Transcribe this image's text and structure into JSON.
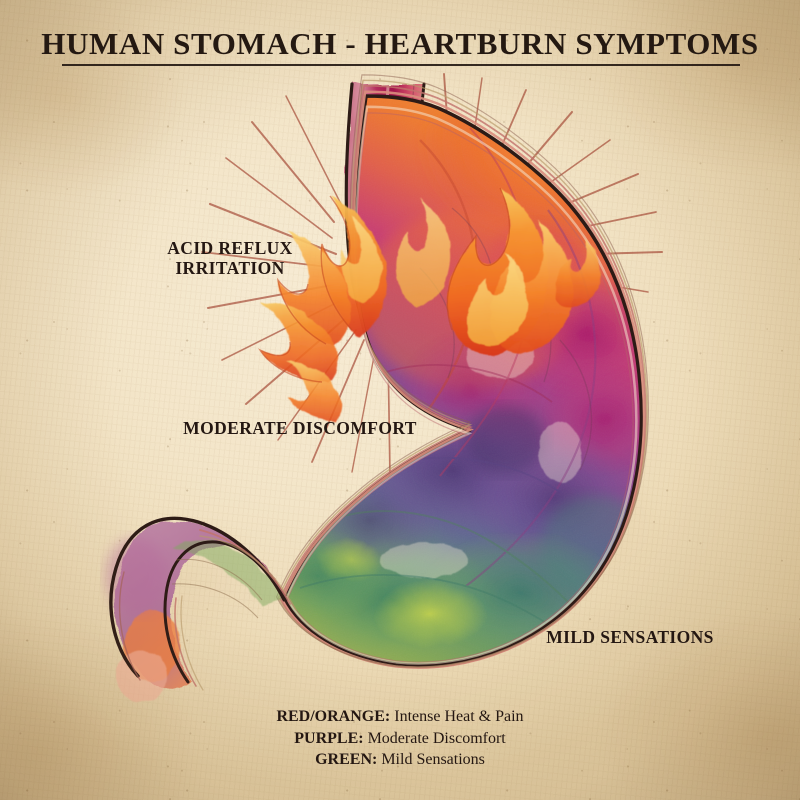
{
  "poster": {
    "title": "HUMAN STOMACH - HEARTBURN SYMPTOMS",
    "medium": "watercolor anatomical illustration on aged paper",
    "background_color": "#f2e2c4",
    "ink_color": "#241712"
  },
  "annotations": {
    "acid_reflux": {
      "line1": "ACID REFLUX",
      "line2": "IRRITATION"
    },
    "moderate": "MODERATE DISCOMFORT",
    "mild": "MILD SENSATIONS"
  },
  "legend": [
    {
      "key": "RED/ORANGE:",
      "value": "Intense Heat & Pain",
      "color": "#e8622a"
    },
    {
      "key": "PURPLE:",
      "value": "Moderate Discomfort",
      "color": "#7d4a8e"
    },
    {
      "key": "GREEN:",
      "value": "Mild Sensations",
      "color": "#6f9a5c"
    }
  ],
  "illustration": {
    "organ": "stomach",
    "parts": [
      "esophagus",
      "cardia",
      "fundus",
      "body",
      "antrum",
      "pylorus",
      "duodenum"
    ],
    "effects": [
      "flames",
      "radiating-rays"
    ],
    "palette": {
      "flame_orange": "#f07a24",
      "flame_yellow": "#f6c657",
      "flame_red": "#d93b1c",
      "magenta": "#b8347a",
      "crimson": "#c42550",
      "purple": "#7a4a92",
      "deep_purple": "#4c3a72",
      "green": "#6f9a5c",
      "teal_green": "#3f8a72",
      "lime": "#b9c93f",
      "wall_salmon": "#d98d7e",
      "outline": "#2d1b16"
    }
  }
}
